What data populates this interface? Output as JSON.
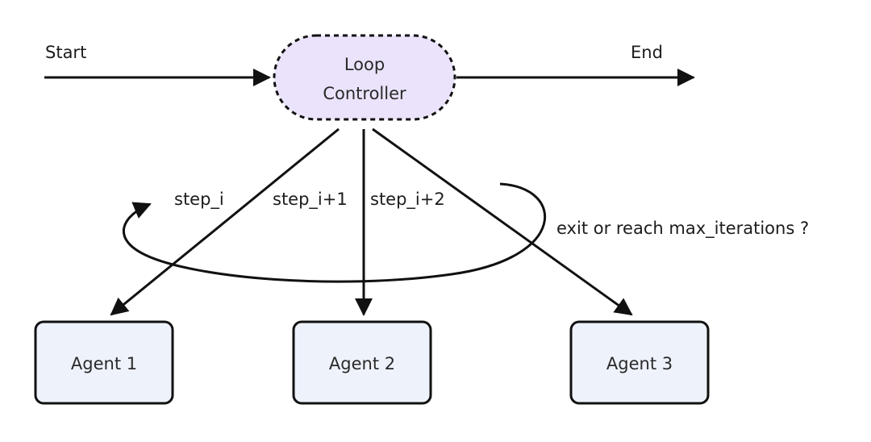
{
  "flow": {
    "start_label": "Start",
    "end_label": "End"
  },
  "controller": {
    "line1": "Loop",
    "line2": "Controller",
    "fill": "#ebe3fb",
    "border": "#111111"
  },
  "steps": [
    "step_i",
    "step_i+1",
    "step_i+2"
  ],
  "loop_condition": "exit or reach max_iterations ?",
  "agents": [
    {
      "label": "Agent 1"
    },
    {
      "label": "Agent 2"
    },
    {
      "label": "Agent 3"
    }
  ],
  "agent_fill": "#eef2fb",
  "agent_border": "#111111",
  "line_color": "#111111"
}
